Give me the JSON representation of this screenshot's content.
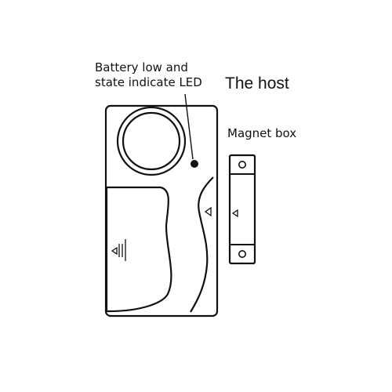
{
  "labels": {
    "led_line1": "Battery low and",
    "led_line2": "state indicate LED",
    "host": "The host",
    "magnet_box": "Magnet box"
  },
  "colors": {
    "line": "#111111",
    "background": "#ffffff",
    "led": "#111111"
  },
  "icons": {
    "host_side_arrow": "left-triangle-arrow",
    "magnet_arrow": "left-triangle-arrow",
    "battery_cover_arrow": "triple-left-arrow"
  }
}
